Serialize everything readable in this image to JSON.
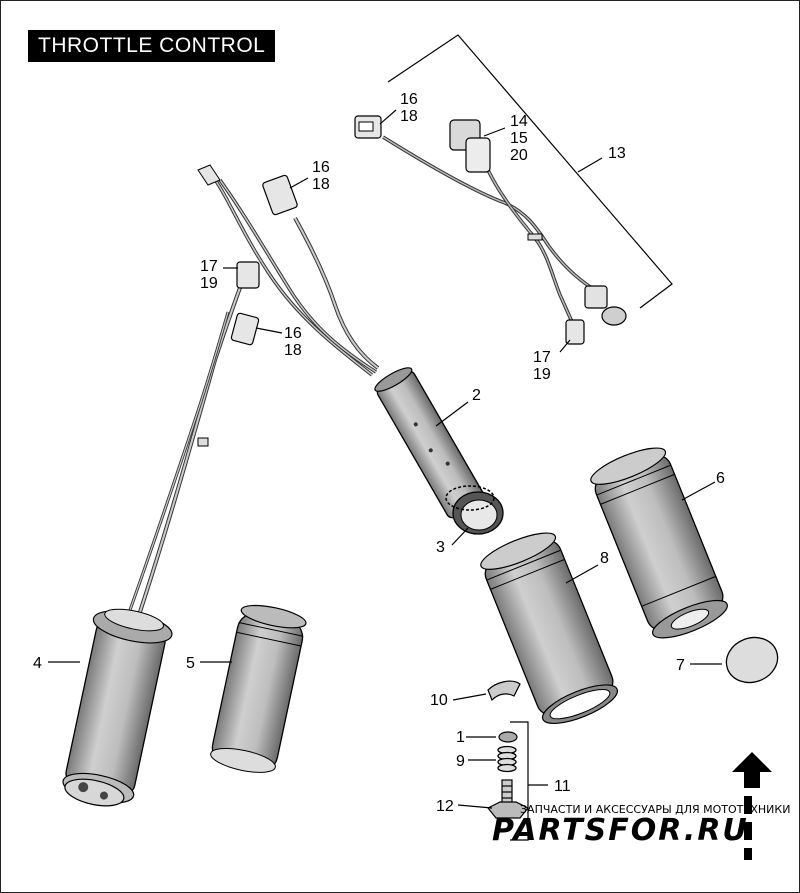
{
  "title": "THROTTLE CONTROL",
  "callouts": {
    "c1": "1",
    "c2": "2",
    "c3": "3",
    "c4": "4",
    "c5": "5",
    "c6": "6",
    "c7": "7",
    "c8": "8",
    "c9": "9",
    "c10": "10",
    "c11": "11",
    "c12": "12",
    "c13": "13",
    "c14_15_20": [
      "14",
      "15",
      "20"
    ],
    "c16_18_a": [
      "16",
      "18"
    ],
    "c16_18_b": [
      "16",
      "18"
    ],
    "c16_18_c": [
      "16",
      "18"
    ],
    "c17_19_a": [
      "17",
      "19"
    ],
    "c17_19_b": [
      "17",
      "19"
    ]
  },
  "watermark": {
    "tagline": "ЗАПЧАСТИ И АКСЕССУАРЫ ДЛЯ МОТОТЕХНИКИ",
    "brand": "PARTSFOR.RU",
    "brand_color": "#e8202a"
  }
}
